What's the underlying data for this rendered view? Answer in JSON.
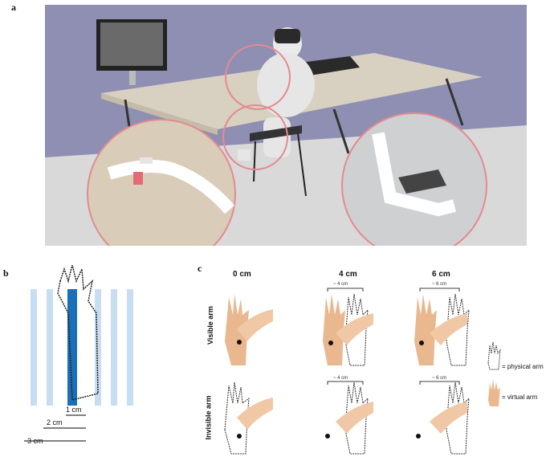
{
  "panels": {
    "a": "a",
    "b": "b",
    "c": "c"
  },
  "panel_b": {
    "scale_labels": [
      "1 cm",
      "2 cm",
      "3 cm"
    ]
  },
  "panel_c": {
    "columns": [
      "0 cm",
      "4 cm",
      "6 cm"
    ],
    "rows": [
      "Visible arm",
      "Invisible arm"
    ],
    "distance_labels": [
      "~ 4 cm",
      "~ 6 cm",
      "~ 4 cm",
      "~ 6 cm"
    ],
    "legend": {
      "physical": "= physical arm",
      "virtual": "= virtual arm"
    }
  },
  "colors": {
    "skin": "#e9b88f",
    "stripe_light": "#c7def2",
    "stripe_dark": "#1a6fb8",
    "ring": "#e58a91",
    "wall": "#8f8fb3",
    "floor": "#d9d9d9",
    "desk": "#d8d0c0"
  }
}
